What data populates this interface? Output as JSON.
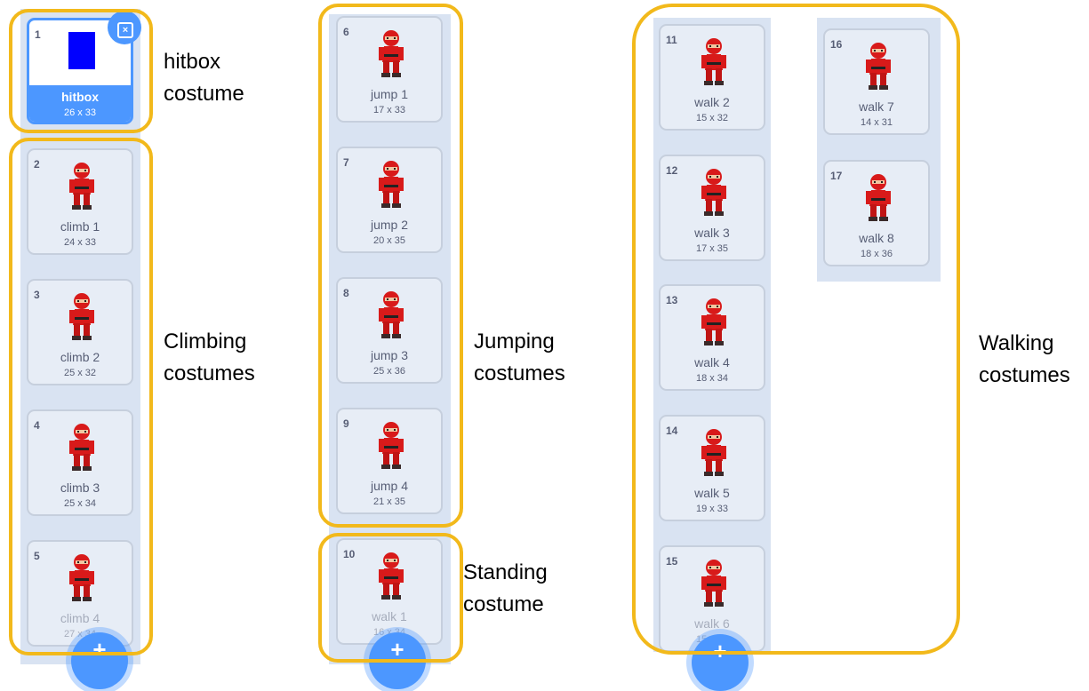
{
  "costume_tiles": [
    {
      "num": "1",
      "name": "hitbox",
      "size": "26 x 33"
    },
    {
      "num": "2",
      "name": "climb 1",
      "size": "24 x 33"
    },
    {
      "num": "3",
      "name": "climb 2",
      "size": "25 x 32"
    },
    {
      "num": "4",
      "name": "climb 3",
      "size": "25 x 34"
    },
    {
      "num": "5",
      "name": "climb 4",
      "size": "27 x 34"
    },
    {
      "num": "6",
      "name": "jump 1",
      "size": "17 x 33"
    },
    {
      "num": "7",
      "name": "jump 2",
      "size": "20 x 35"
    },
    {
      "num": "8",
      "name": "jump 3",
      "size": "25 x 36"
    },
    {
      "num": "9",
      "name": "jump 4",
      "size": "21 x 35"
    },
    {
      "num": "10",
      "name": "walk 1",
      "size": "16 x 34"
    },
    {
      "num": "11",
      "name": "walk 2",
      "size": "15 x 32"
    },
    {
      "num": "12",
      "name": "walk 3",
      "size": "17 x 35"
    },
    {
      "num": "13",
      "name": "walk 4",
      "size": "18 x 34"
    },
    {
      "num": "14",
      "name": "walk 5",
      "size": "19 x 33"
    },
    {
      "num": "15",
      "name": "walk 6",
      "size": "15 x 33"
    },
    {
      "num": "16",
      "name": "walk 7",
      "size": "14 x 31"
    },
    {
      "num": "17",
      "name": "walk 8",
      "size": "18 x 36"
    }
  ],
  "annotations": {
    "hitbox": [
      "hitbox",
      "costume"
    ],
    "climbing": [
      "Climbing",
      "costumes"
    ],
    "jumping": [
      "Jumping",
      "costumes"
    ],
    "standing": [
      "Standing",
      "costume"
    ],
    "walking": [
      "Walking",
      "costumes"
    ]
  },
  "icons": {
    "delete": "trash-icon",
    "add": "add-costume-icon",
    "sprite": "ninja-sprite-icon"
  },
  "colors": {
    "accent": "#4c97ff",
    "highlight": "#f2b91b",
    "strip": "#d9e3f2",
    "tile": "#e7edf6",
    "hitbox_fill": "#0000ff",
    "ninja_red": "#d81a1a"
  }
}
